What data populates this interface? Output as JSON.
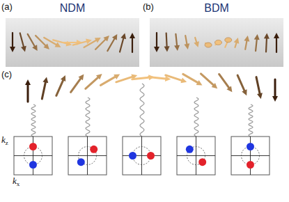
{
  "diagram": {
    "labels": [
      "(a)",
      "NDM",
      "(b)",
      "BDM",
      "(c)",
      "kz",
      "kx"
    ]
  }
}
